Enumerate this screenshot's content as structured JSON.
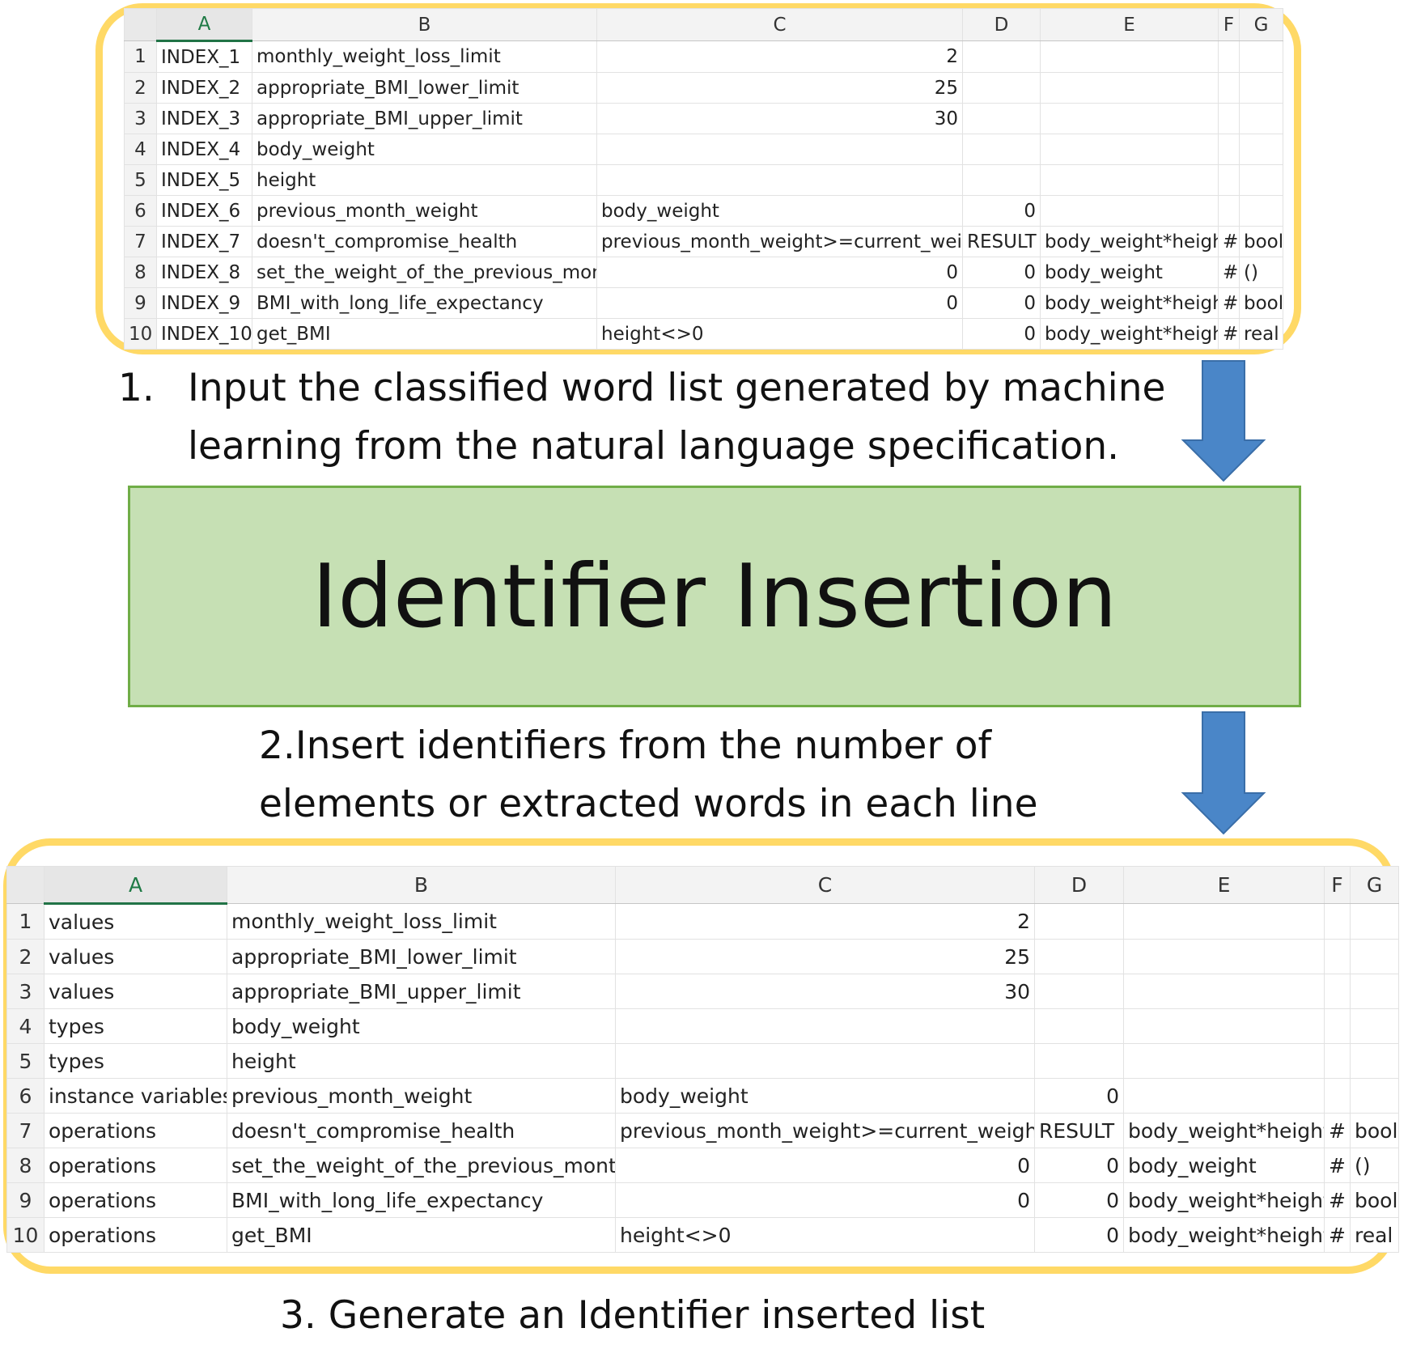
{
  "columns": [
    "A",
    "B",
    "C",
    "D",
    "E",
    "F",
    "G"
  ],
  "input_list": {
    "rows": [
      {
        "n": "1",
        "cells": [
          "INDEX_1",
          "monthly_weight_loss_limit",
          "2",
          "",
          "",
          "",
          ""
        ]
      },
      {
        "n": "2",
        "cells": [
          "INDEX_2",
          "appropriate_BMI_lower_limit",
          "25",
          "",
          "",
          "",
          ""
        ]
      },
      {
        "n": "3",
        "cells": [
          "INDEX_3",
          "appropriate_BMI_upper_limit",
          "30",
          "",
          "",
          "",
          ""
        ]
      },
      {
        "n": "4",
        "cells": [
          "INDEX_4",
          "body_weight",
          "",
          "",
          "",
          "",
          ""
        ]
      },
      {
        "n": "5",
        "cells": [
          "INDEX_5",
          "height",
          "",
          "",
          "",
          "",
          ""
        ]
      },
      {
        "n": "6",
        "cells": [
          "INDEX_6",
          "previous_month_weight",
          "body_weight",
          "0",
          "",
          "",
          ""
        ]
      },
      {
        "n": "7",
        "cells": [
          "INDEX_7",
          "doesn't_compromise_health",
          "previous_month_weight>=current_weight",
          "RESULT",
          "body_weight*height",
          "#",
          "bool"
        ]
      },
      {
        "n": "8",
        "cells": [
          "INDEX_8",
          "set_the_weight_of_the_previous_month",
          "0",
          "0",
          "body_weight",
          "#",
          "()"
        ]
      },
      {
        "n": "9",
        "cells": [
          "INDEX_9",
          "BMI_with_long_life_expectancy",
          "0",
          "0",
          "body_weight*height",
          "#",
          "bool"
        ]
      },
      {
        "n": "10",
        "cells": [
          "INDEX_10",
          "get_BMI",
          "height<>0",
          "0",
          "body_weight*height",
          "#",
          "real"
        ]
      }
    ]
  },
  "step1": {
    "number": "1.",
    "text": "Input the classified word list generated by machine learning from the natural language specification."
  },
  "process": {
    "title": "Identifier Insertion"
  },
  "step2": {
    "text": "2.Insert identifiers from the number of elements or extracted words in each line"
  },
  "output_list": {
    "rows": [
      {
        "n": "1",
        "cells": [
          "values",
          "monthly_weight_loss_limit",
          "2",
          "",
          "",
          "",
          ""
        ]
      },
      {
        "n": "2",
        "cells": [
          "values",
          "appropriate_BMI_lower_limit",
          "25",
          "",
          "",
          "",
          ""
        ]
      },
      {
        "n": "3",
        "cells": [
          "values",
          "appropriate_BMI_upper_limit",
          "30",
          "",
          "",
          "",
          ""
        ]
      },
      {
        "n": "4",
        "cells": [
          "types",
          "body_weight",
          "",
          "",
          "",
          "",
          ""
        ]
      },
      {
        "n": "5",
        "cells": [
          "types",
          "height",
          "",
          "",
          "",
          "",
          ""
        ]
      },
      {
        "n": "6",
        "cells": [
          "instance variables",
          "previous_month_weight",
          "body_weight",
          "0",
          "",
          "",
          ""
        ]
      },
      {
        "n": "7",
        "cells": [
          "operations",
          "doesn't_compromise_health",
          "previous_month_weight>=current_weight",
          "RESULT",
          "body_weight*height",
          "#",
          "bool"
        ]
      },
      {
        "n": "8",
        "cells": [
          "operations",
          "set_the_weight_of_the_previous_month",
          "0",
          "0",
          "body_weight",
          "#",
          "()"
        ]
      },
      {
        "n": "9",
        "cells": [
          "operations",
          "BMI_with_long_life_expectancy",
          "0",
          "0",
          "body_weight*height",
          "#",
          "bool"
        ]
      },
      {
        "n": "10",
        "cells": [
          "operations",
          "get_BMI",
          "height<>0",
          "0",
          "body_weight*height",
          "#",
          "real"
        ]
      }
    ]
  },
  "step3": {
    "text": "3. Generate an Identifier inserted list"
  },
  "colors": {
    "frame": "#ffd966",
    "process_fill": "#c6e0b4",
    "process_border": "#70ad47",
    "arrow": "#4a86c8",
    "selected_header": "#217346"
  }
}
